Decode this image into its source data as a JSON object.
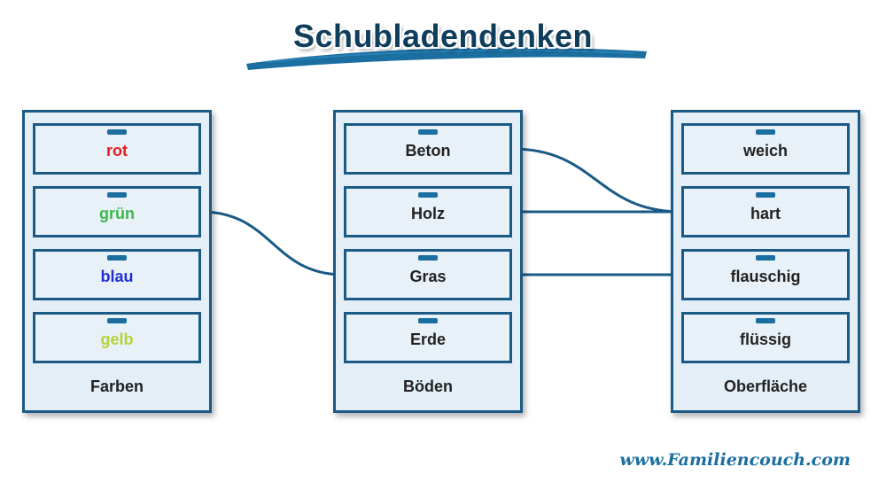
{
  "title": "Schubladendenken",
  "cabinets": [
    {
      "label": "Farben",
      "drawers": [
        {
          "label": "rot",
          "color": "#e02020"
        },
        {
          "label": "grün",
          "color": "#3cb84a"
        },
        {
          "label": "blau",
          "color": "#1f2fd8"
        },
        {
          "label": "gelb",
          "color": "#b5d23a"
        }
      ]
    },
    {
      "label": "Böden",
      "drawers": [
        {
          "label": "Beton"
        },
        {
          "label": "Holz"
        },
        {
          "label": "Gras"
        },
        {
          "label": "Erde"
        }
      ]
    },
    {
      "label": "Oberfläche",
      "drawers": [
        {
          "label": "weich"
        },
        {
          "label": "hart"
        },
        {
          "label": "flauschig"
        },
        {
          "label": "flüssig"
        }
      ]
    }
  ],
  "connections": [
    {
      "from": "grün",
      "to": "Gras"
    },
    {
      "from": "Beton",
      "to": "hart"
    },
    {
      "from": "Holz",
      "to": "hart"
    },
    {
      "from": "Gras",
      "to": "flauschig"
    }
  ],
  "footer": {
    "url": "www.Familiencouch.com"
  },
  "colors": {
    "accent": "#1a5a85",
    "cabinet_fill": "#e4eef6",
    "title": "#0f3d5c"
  }
}
